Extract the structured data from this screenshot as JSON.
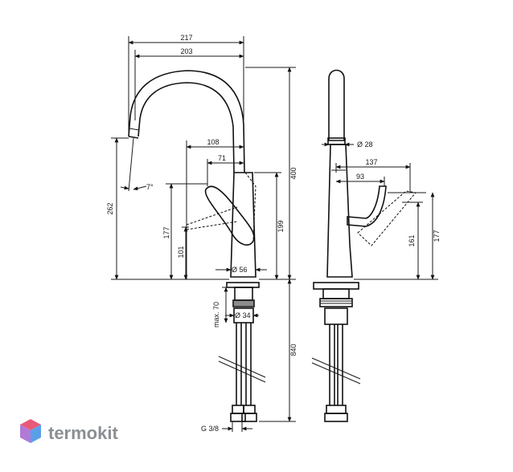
{
  "dimensions": {
    "d217": "217",
    "d203": "203",
    "d108": "108",
    "d71": "71",
    "d400": "400",
    "d262": "262",
    "d177_left": "177",
    "d101": "101",
    "d199": "199",
    "d56": "Ø 56",
    "angle": "7°",
    "d34": "Ø 34",
    "max70": "max. 70",
    "d840": "840",
    "g38": "G 3/8",
    "d28": "Ø 28",
    "d137": "137",
    "d93": "93",
    "d161": "161",
    "d177_right": "177"
  },
  "brand": {
    "name": "termokit",
    "colors": [
      "#e85a7a",
      "#5aa0e8",
      "#b07ad8"
    ]
  }
}
